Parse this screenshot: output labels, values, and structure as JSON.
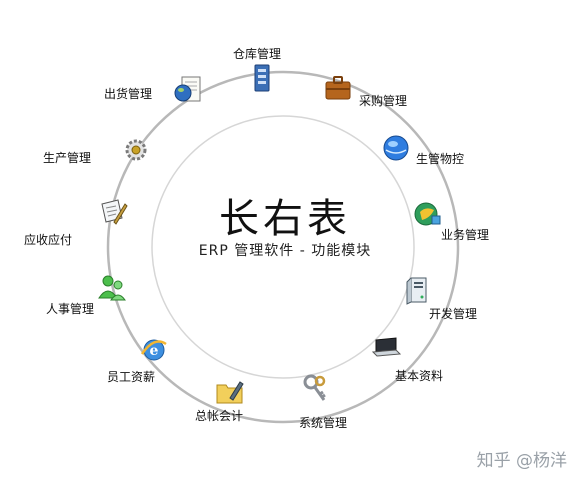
{
  "center": {
    "title": "长右表",
    "subtitle": "ERP 管理软件 - 功能模块"
  },
  "modules": [
    {
      "label": "仓库管理",
      "icon": "warehouse-icon"
    },
    {
      "label": "采购管理",
      "icon": "briefcase-icon"
    },
    {
      "label": "生管物控",
      "icon": "globe-icon"
    },
    {
      "label": "业务管理",
      "icon": "business-icon"
    },
    {
      "label": "开发管理",
      "icon": "server-icon"
    },
    {
      "label": "基本资料",
      "icon": "laptop-icon"
    },
    {
      "label": "系统管理",
      "icon": "keys-icon"
    },
    {
      "label": "总帐会计",
      "icon": "folder-pencil-icon"
    },
    {
      "label": "员工资薪",
      "icon": "ie-globe-icon"
    },
    {
      "label": "人事管理",
      "icon": "people-icon"
    },
    {
      "label": "应收应付",
      "icon": "document-pen-icon"
    },
    {
      "label": "生产管理",
      "icon": "gear-icon"
    },
    {
      "label": "出货管理",
      "icon": "globe-document-icon"
    }
  ],
  "watermark": "知乎 @杨洋",
  "colors": {
    "ring": "#b8b8b8",
    "text": "#111111",
    "watermark": "#9aa1a8"
  }
}
